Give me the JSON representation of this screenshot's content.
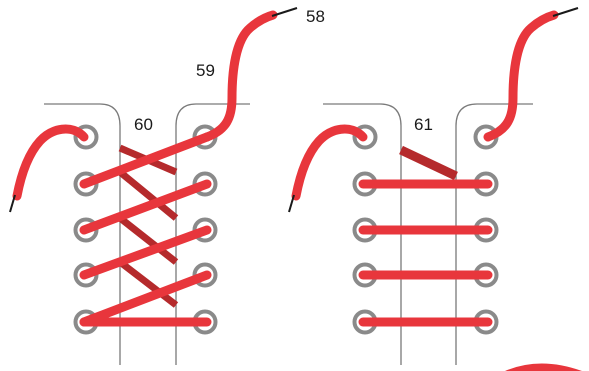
{
  "labels": {
    "lace_tip": "58",
    "lace_end": "59",
    "criss_cross": "60",
    "straight_bar": "61"
  },
  "colors": {
    "lace": "#e8363c",
    "lace_back": "#b52a2c",
    "eyelet_ring": "#8a8a8a",
    "outline": "#7a7a7a",
    "text": "#1a1a1a"
  },
  "diagrams": [
    {
      "name": "criss-cross-lacing",
      "eyelet_rows": 5
    },
    {
      "name": "straight-bar-lacing",
      "eyelet_rows": 5
    }
  ]
}
